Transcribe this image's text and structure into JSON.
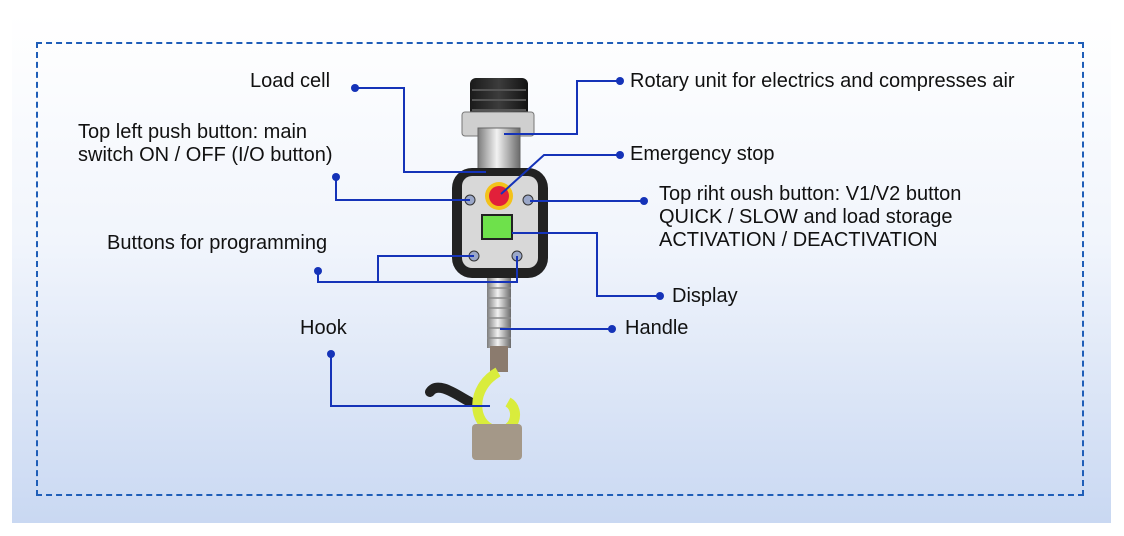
{
  "labels": {
    "load_cell": "Load cell",
    "top_left_button": "Top left push button: main\nswitch ON / OFF (I/O button)",
    "buttons_programming": "Buttons for programming",
    "hook": "Hook",
    "rotary_unit": "Rotary unit for electrics and compresses air",
    "emergency_stop": "Emergency stop",
    "top_right_button": "Top riht oush button: V1/V2 button\nQUICK / SLOW and load storage\nACTIVATION / DEACTIVATION",
    "display": "Display",
    "handle": "Handle"
  },
  "colors": {
    "leader_line": "#1533b8",
    "frame_dash": "#1f5eb8",
    "emergency_button": "#e2203a",
    "display_screen": "#6ee14b",
    "hook": "#d9ec3c"
  }
}
